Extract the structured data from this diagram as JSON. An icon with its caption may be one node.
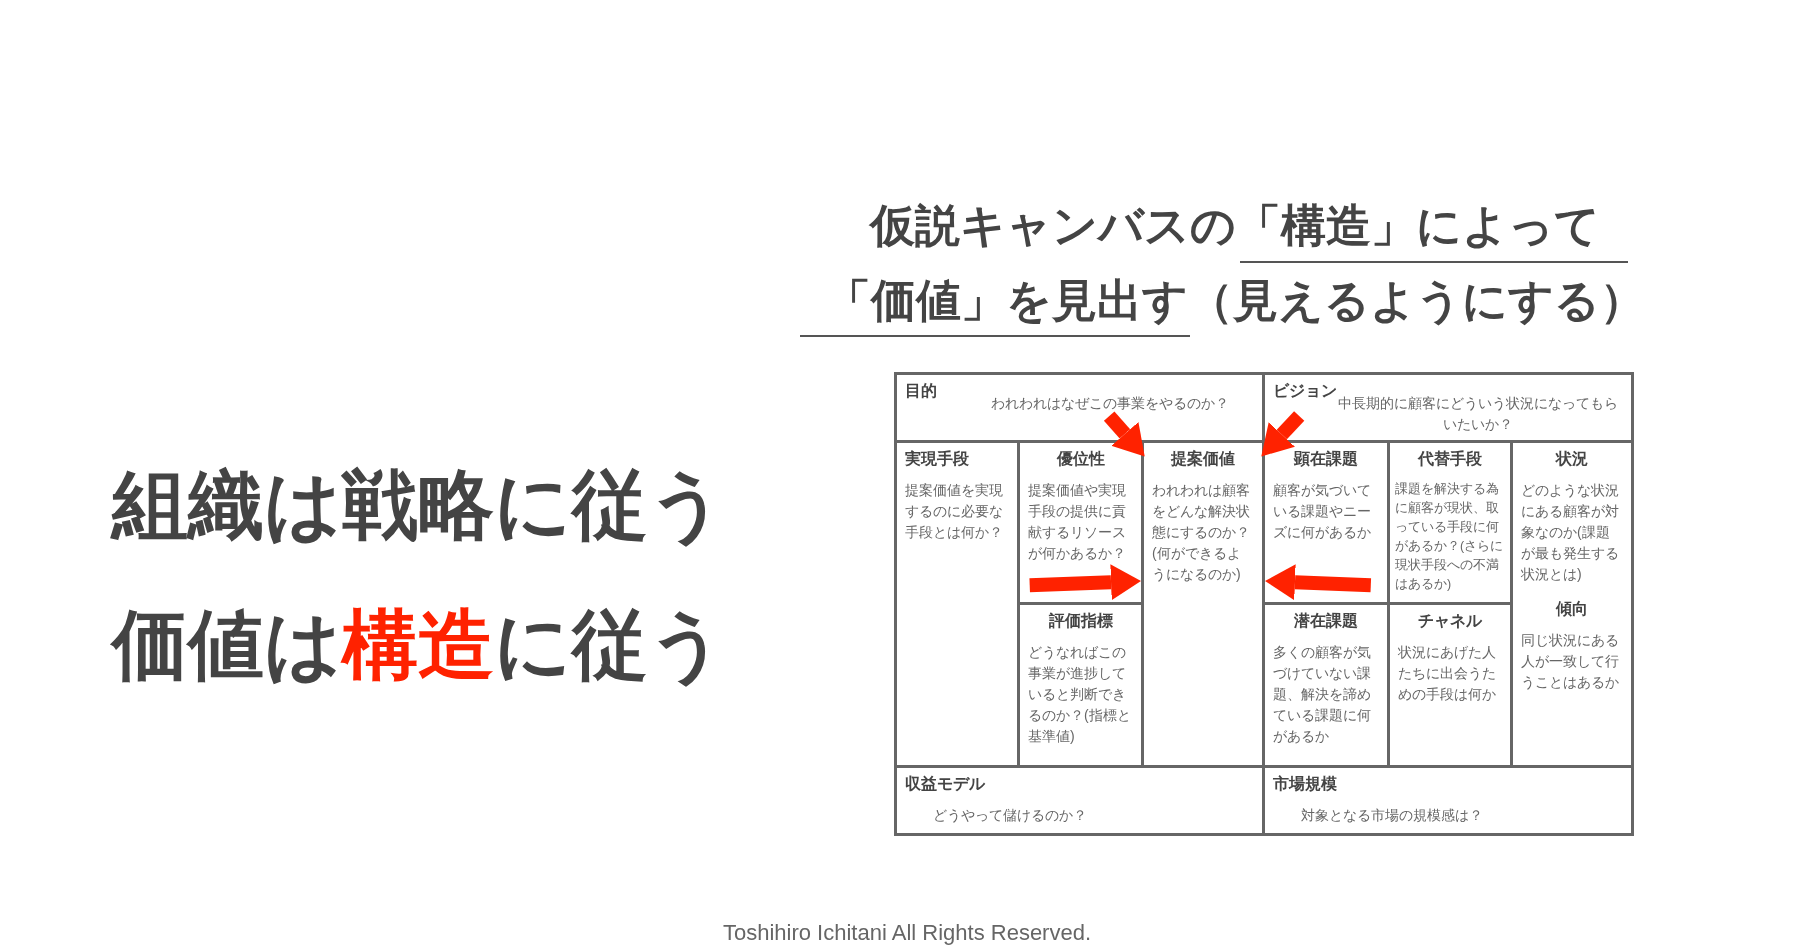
{
  "diagram": {
    "title": "仮説キャンバスの「構造」によって「価値」を見出す（見えるようにする）",
    "caption": "Toshihiro Ichitani All Rights Reserved.",
    "nodes": [
      {
        "text": [
          "目的",
          "われわれはなぜこの事業をやるのか？"
        ]
      },
      {
        "text": [
          "ビジョン",
          "中長期的に顧客にどういう状況になってもらいたいか？"
        ]
      },
      {
        "text": [
          "実現手段",
          "提案価値を実現するのに必要な手段とは何か？"
        ]
      },
      {
        "text": [
          "優位性",
          "提案価値や実現手段の提供に貢献するリソースが何かあるか？"
        ]
      },
      {
        "text": [
          "評価指標",
          "どうなればこの事業が進捗していると判断できるのか？(指標と基準値)"
        ]
      },
      {
        "text": [
          "提案価値",
          "われわれは顧客をどんな解決状態にするのか？(何ができるようになるのか)"
        ]
      },
      {
        "text": [
          "顕在課題",
          "顧客が気づいている課題やニーズに何があるか"
        ]
      },
      {
        "text": [
          "潜在課題",
          "多くの顧客が気づけていない課題、解決を諦めている課題に何があるか"
        ]
      },
      {
        "text": [
          "代替手段",
          "課題を解決する為に顧客が現状、取っている手段に何があるか？(さらに現状手段への不満はあるか)"
        ]
      },
      {
        "text": [
          "チャネル",
          "状況にあげた人たちに出会うための手段は何か"
        ]
      },
      {
        "text": [
          "状況",
          "どのような状況にある顧客が対象なのか(課題が最も発生する状況とは)",
          "傾向",
          "同じ状況にある人が一致して行うことはあるか"
        ]
      },
      {
        "text": [
          "収益モデル",
          "どうやって儲けるのか？"
        ]
      },
      {
        "text": [
          "市場規模",
          "対象となる市場の規模感は？"
        ]
      }
    ],
    "edges": [
      {
        "from": 0,
        "to": 5,
        "arrow": "to"
      },
      {
        "from": 1,
        "to": 5,
        "arrow": "to"
      },
      {
        "from": 3,
        "to": 5,
        "arrow": "to"
      },
      {
        "from": 6,
        "to": 5,
        "arrow": "to"
      }
    ],
    "labels": [
      "組織は戦略に従う",
      "価値は**構造**に従う"
    ]
  }
}
